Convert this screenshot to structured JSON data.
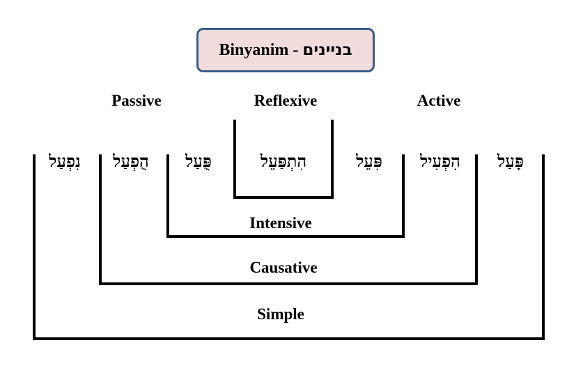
{
  "title": {
    "english": "Binyanim -",
    "hebrew": "בניינים"
  },
  "voice_labels": {
    "passive": "Passive",
    "reflexive": "Reflexive",
    "active": "Active"
  },
  "group_labels": {
    "intensive": "Intensive",
    "causative": "Causative",
    "simple": "Simple"
  },
  "binyanim": {
    "nifal": "נִפְעַל",
    "hufal": "הֻפְעַל",
    "pual": "פֻּעַל",
    "hitpael": "הִתְפַּעֵל",
    "piel": "פִּעֵל",
    "hifil": "הִפְעִיל",
    "paal": "פָּעַל"
  },
  "colors": {
    "title_fill": "#f2dcdb",
    "title_border": "#3b5a8a"
  }
}
